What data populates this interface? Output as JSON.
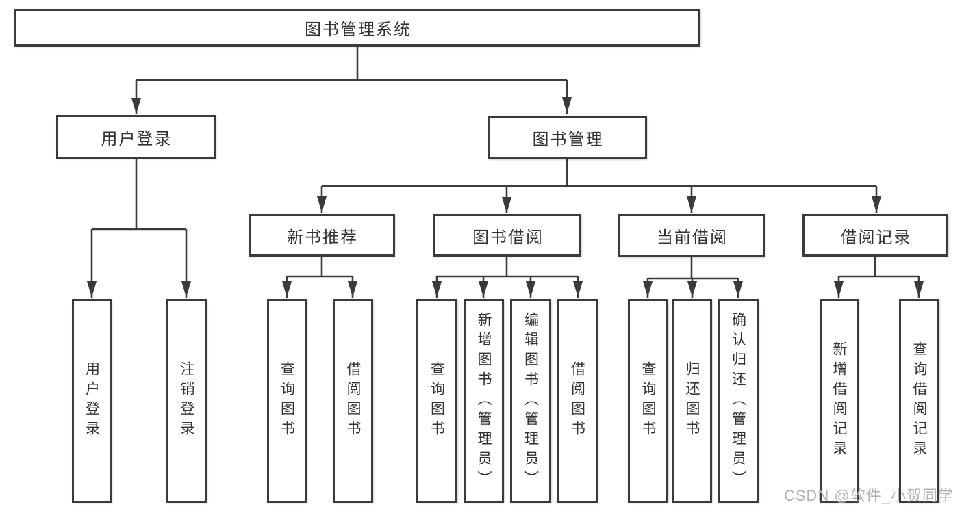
{
  "diagram": {
    "title": "图书管理系统",
    "level2": {
      "user_login": "用户登录",
      "book_management": "图书管理"
    },
    "level3": {
      "new_book_recommend": "新书推荐",
      "book_borrowing": "图书借阅",
      "current_borrowing": "当前借阅",
      "borrowing_records": "借阅记录"
    },
    "level4": {
      "user_login": "用户登录",
      "logout_login": "注销登录",
      "nbr_query_book": "查询图书",
      "nbr_borrow_book": "借阅图书",
      "bb_query_book": "查询图书",
      "bb_add_book": "新增图书（管理员）",
      "bb_edit_book": "编辑图书（管理员）",
      "bb_borrow_book": "借阅图书",
      "cb_query_book": "查询图书",
      "cb_return_book": "归还图书",
      "cb_confirm_return": "确认归还（管理员）",
      "br_add_record": "新增借阅记录",
      "br_query_record": "查询借阅记录"
    }
  },
  "watermark": "CSDN @软件_小贺同学",
  "colors": {
    "line": "#3b3b3b",
    "text": "#333333",
    "background": "#ffffff",
    "watermark": "#b3b3b3"
  }
}
